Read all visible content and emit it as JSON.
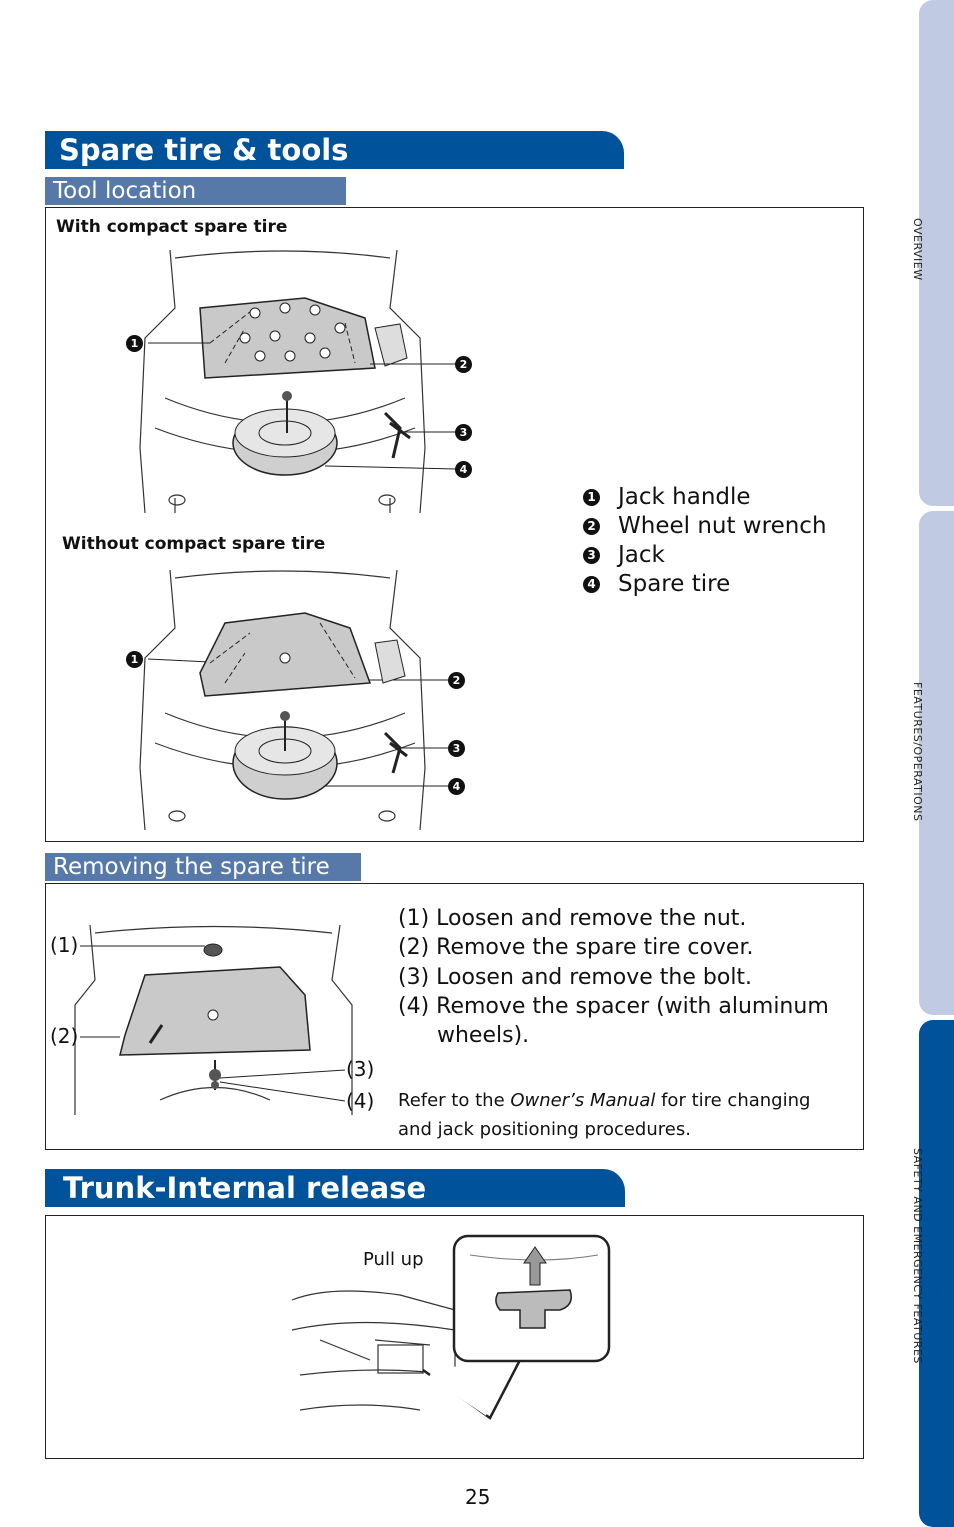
{
  "sidebar": {
    "tabs": [
      {
        "label": "OVERVIEW"
      },
      {
        "label": "FEATURES/OPERATIONS"
      },
      {
        "label": "SAFETY AND EMERGENCY FEATURES"
      }
    ]
  },
  "section1": {
    "title": "Spare tire & tools",
    "tool_location": {
      "heading": "Tool location",
      "with_label": "With compact spare tire",
      "without_label": "Without compact spare tire",
      "markers": [
        "1",
        "2",
        "3",
        "4"
      ],
      "legend": [
        {
          "num": "1",
          "text": "Jack handle"
        },
        {
          "num": "2",
          "text": "Wheel nut wrench"
        },
        {
          "num": "3",
          "text": "Jack"
        },
        {
          "num": "4",
          "text": "Spare tire"
        }
      ]
    },
    "removing": {
      "heading": "Removing the spare tire",
      "steps": [
        "(1) Loosen and remove the nut.",
        "(2) Remove the spare tire cover.",
        "(3) Loosen and remove the bolt.",
        "(4) Remove the spacer (with aluminum",
        "wheels)."
      ],
      "callouts": [
        "(1)",
        "(2)",
        "(3)",
        "(4)"
      ],
      "note_before": "Refer to the ",
      "note_em": "Owner’s Manual",
      "note_after": " for tire changing",
      "note_line2": "and jack positioning procedures."
    }
  },
  "section2": {
    "title": "Trunk-Internal release",
    "pull_label": "Pull up"
  },
  "page_number": "25",
  "colors": {
    "brand_blue": "#00529a",
    "sub_blue": "#5779a9",
    "tab_light": "#c0cbe3"
  }
}
